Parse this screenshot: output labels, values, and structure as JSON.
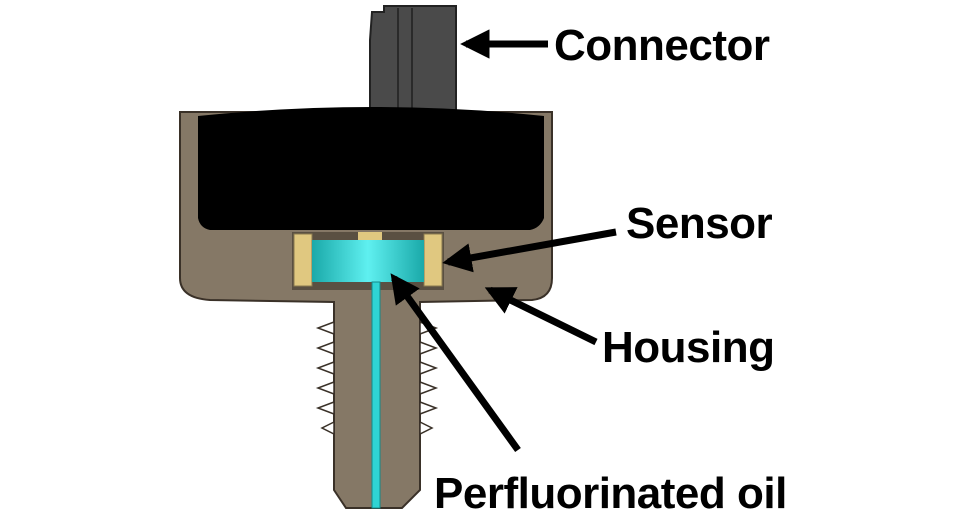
{
  "labels": {
    "connector": "Connector",
    "sensor": "Sensor",
    "housing": "Housing",
    "oil": "Perfluorinated oil"
  },
  "colors": {
    "housing": "#857866",
    "housing_edge": "#3a3128",
    "body": "#000000",
    "connector": "#4a4a4a",
    "sensor_ring": "#e0c880",
    "oil": "#2fd4d4",
    "arrow": "#000000",
    "text": "#000000"
  }
}
